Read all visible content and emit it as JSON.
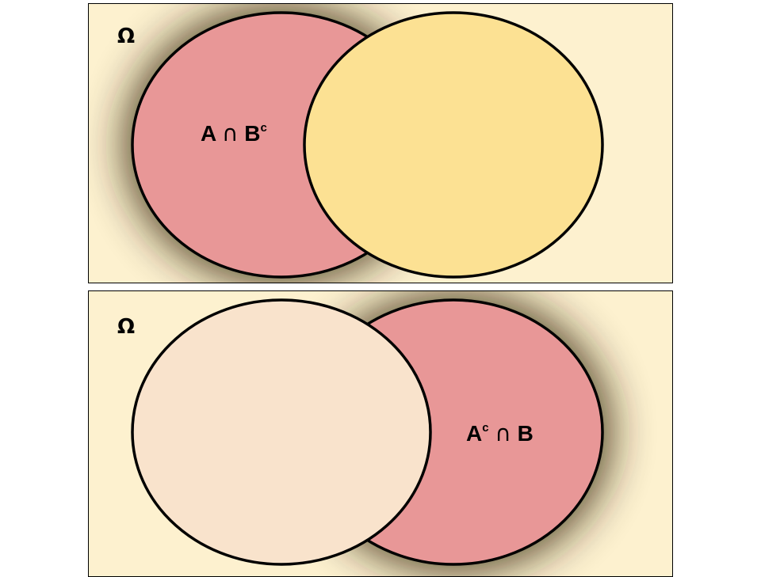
{
  "panels": [
    {
      "universe_label": "Ω",
      "highlighted_region": {
        "first": "A",
        "op": "∩",
        "second": "B",
        "second_sup": "c"
      },
      "colors": {
        "background": "#fdf1cf",
        "left_circle": "#e89797",
        "right_circle": "#fce193"
      }
    },
    {
      "universe_label": "Ω",
      "highlighted_region": {
        "first": "A",
        "first_sup": "c",
        "op": "∩",
        "second": "B"
      },
      "colors": {
        "background": "#fdf1cf",
        "left_circle": "#f9e3cc",
        "right_circle": "#e89797"
      }
    }
  ]
}
